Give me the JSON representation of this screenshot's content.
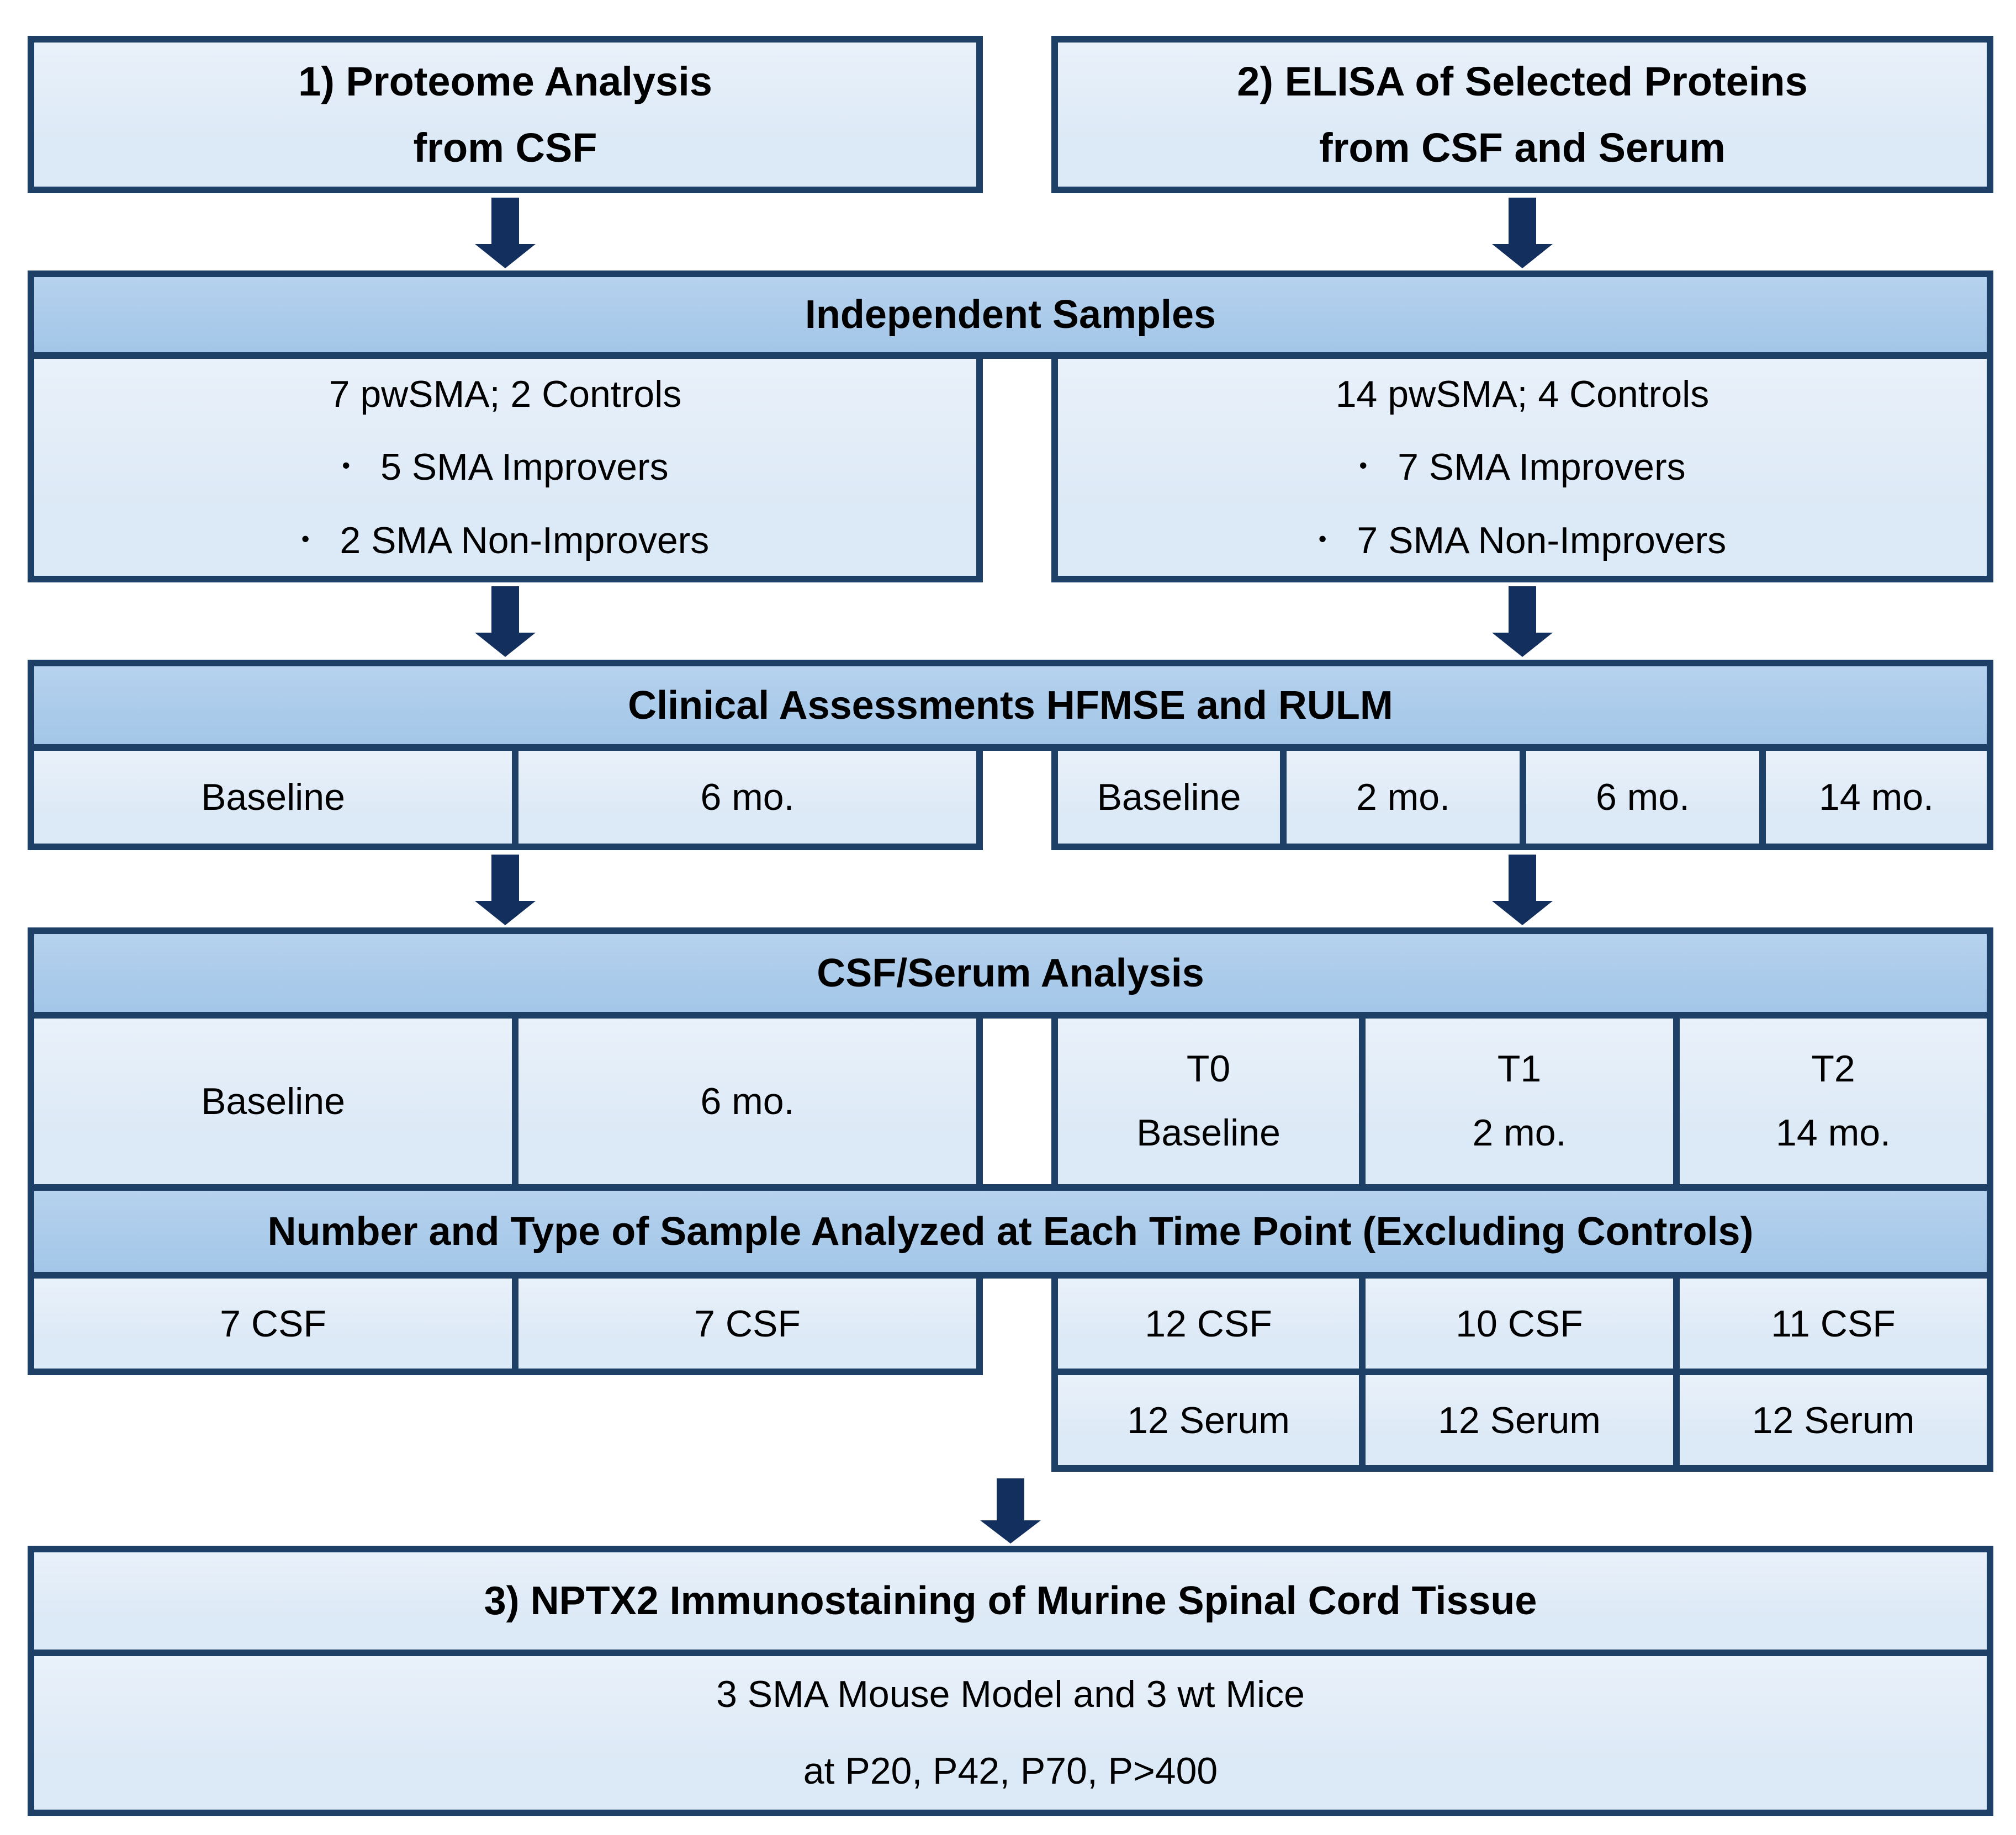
{
  "palette": {
    "band": "#a9c9e9",
    "cell": "#dce9f6",
    "cell_top": "#e9f1fa",
    "border": "#1f4066",
    "arrow": "#132f5e",
    "text": "#000000",
    "background": "#ffffff"
  },
  "bullet_char": "•",
  "top_boxes": {
    "proteome": {
      "line1": "1) Proteome Analysis",
      "line2": "from CSF"
    },
    "elisa": {
      "line1": "2) ELISA of Selected Proteins",
      "line2": "from CSF and Serum"
    }
  },
  "independent_samples": {
    "header": "Independent Samples",
    "proteome_arm": {
      "title": "7 pwSMA; 2 Controls",
      "bullets": [
        "5 SMA Improvers",
        "2 SMA Non-Improvers"
      ]
    },
    "elisa_arm": {
      "title": "14 pwSMA; 4 Controls",
      "bullets": [
        "7 SMA Improvers",
        "7 SMA Non-Improvers"
      ]
    }
  },
  "clinical_assessments": {
    "header": "Clinical Assessments HFMSE and RULM",
    "proteome_timepoints": [
      "Baseline",
      "6 mo."
    ],
    "elisa_timepoints": [
      "Baseline",
      "2 mo.",
      "6 mo.",
      "14 mo."
    ]
  },
  "csf_serum_analysis": {
    "header": "CSF/Serum Analysis",
    "proteome_timepoints": [
      "Baseline",
      "6 mo."
    ],
    "elisa_timepoints": [
      {
        "line1": "T0",
        "line2": "Baseline"
      },
      {
        "line1": "T1",
        "line2": "2 mo."
      },
      {
        "line1": "T2",
        "line2": "14 mo."
      }
    ]
  },
  "sample_counts": {
    "header": "Number and Type of Sample Analyzed at Each Time Point (Excluding Controls)",
    "proteome_row": [
      "7 CSF",
      "7 CSF"
    ],
    "elisa_csf_row": [
      "12 CSF",
      "10 CSF",
      "11 CSF"
    ],
    "elisa_serum_row": [
      "12 Serum",
      "12 Serum",
      "12 Serum"
    ]
  },
  "nptx2": {
    "header": "3) NPTX2 Immunostaining of Murine Spinal Cord Tissue",
    "line1": "3 SMA Mouse Model and 3 wt Mice",
    "line2": "at P20, P42, P70, P>400"
  }
}
